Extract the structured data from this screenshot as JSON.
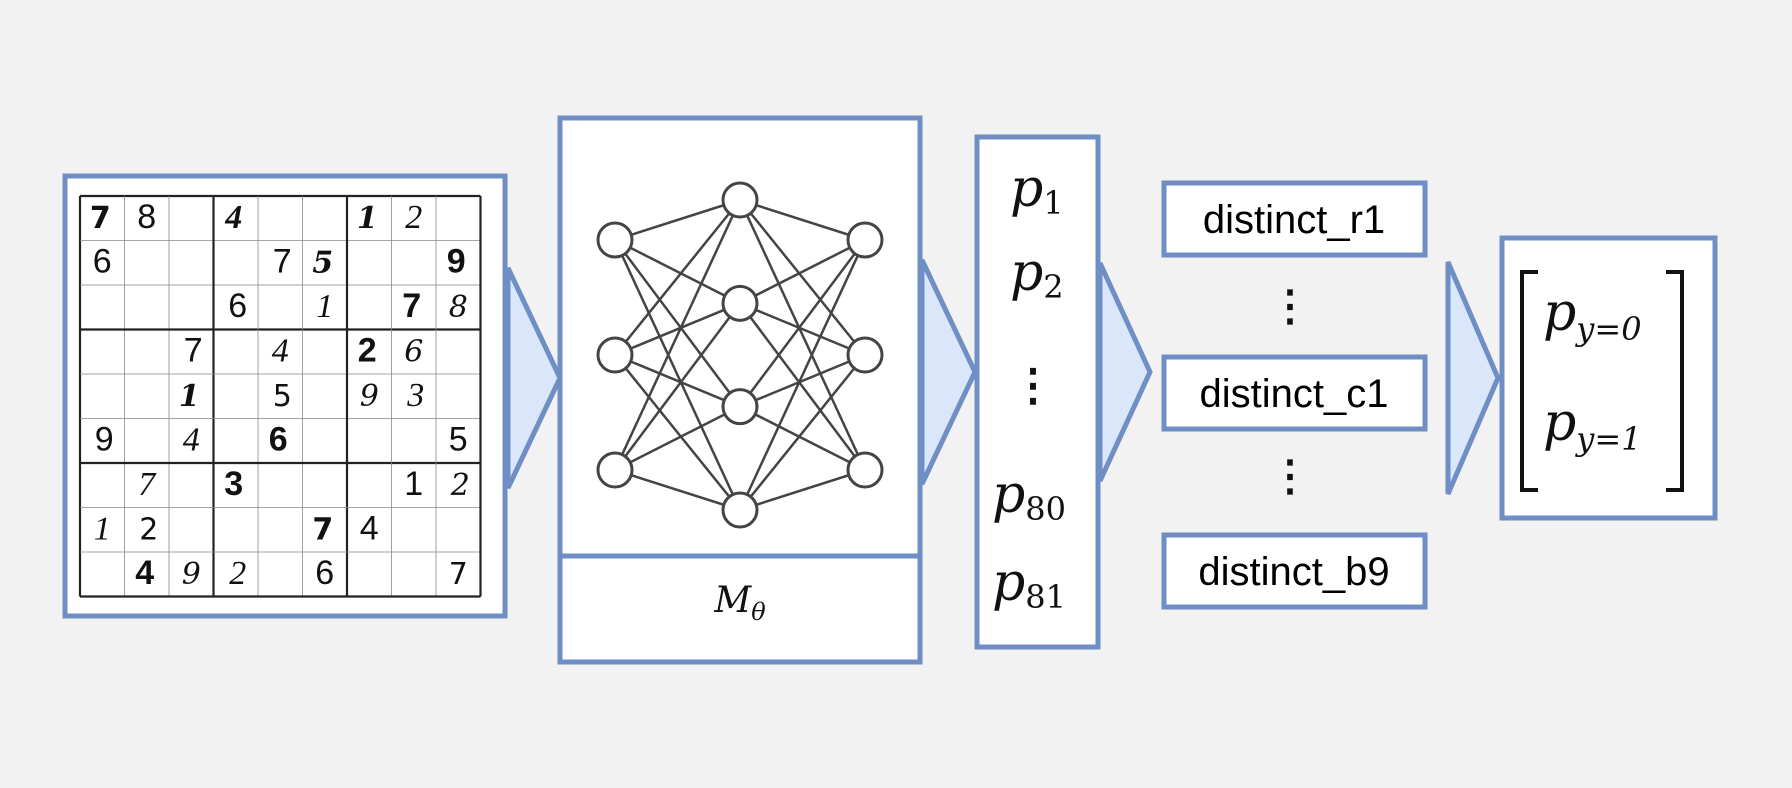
{
  "colors": {
    "background": "#f2f2f2",
    "box_border": "#6f8fc4",
    "arrow_fill": "#dae6fa",
    "network": "#444444",
    "digit_ink": "#111111",
    "grid_line": "#888888"
  },
  "sudoku": {
    "rows": [
      [
        "7",
        "8",
        "",
        "4",
        "",
        "",
        "1",
        "2",
        ""
      ],
      [
        "6",
        "",
        "",
        "",
        "7",
        "5",
        "",
        "",
        "9"
      ],
      [
        "",
        "",
        "",
        "6",
        "",
        "1",
        "",
        "7",
        "8"
      ],
      [
        "",
        "",
        "7",
        "",
        "4",
        "",
        "2",
        "6",
        ""
      ],
      [
        "",
        "",
        "1",
        "",
        "5",
        "",
        "9",
        "3",
        ""
      ],
      [
        "9",
        "",
        "4",
        "",
        "6",
        "",
        "",
        "",
        "5"
      ],
      [
        "",
        "7",
        "",
        "3",
        "",
        "",
        "",
        "1",
        "2"
      ],
      [
        "1",
        "2",
        "",
        "",
        "",
        "7",
        "4",
        "",
        ""
      ],
      [
        "",
        "4",
        "9",
        "2",
        "",
        "6",
        "",
        "",
        "7"
      ]
    ]
  },
  "network": {
    "model_label_base": "M",
    "model_label_sub": "θ",
    "layers": [
      3,
      4,
      3
    ],
    "icon": "neural-network-icon"
  },
  "probabilities": {
    "items": [
      {
        "base": "p",
        "sub": "1"
      },
      {
        "base": "p",
        "sub": "2"
      },
      {
        "base": "p",
        "sub": "80"
      },
      {
        "base": "p",
        "sub": "81"
      }
    ],
    "ellipsis": "⋮"
  },
  "constraints": {
    "items": [
      "distinct_r1",
      "distinct_c1",
      "distinct_b9"
    ],
    "ellipsis": "⋮"
  },
  "output": {
    "items": [
      {
        "base": "p",
        "sub": "y=0"
      },
      {
        "base": "p",
        "sub": "y=1"
      }
    ]
  }
}
